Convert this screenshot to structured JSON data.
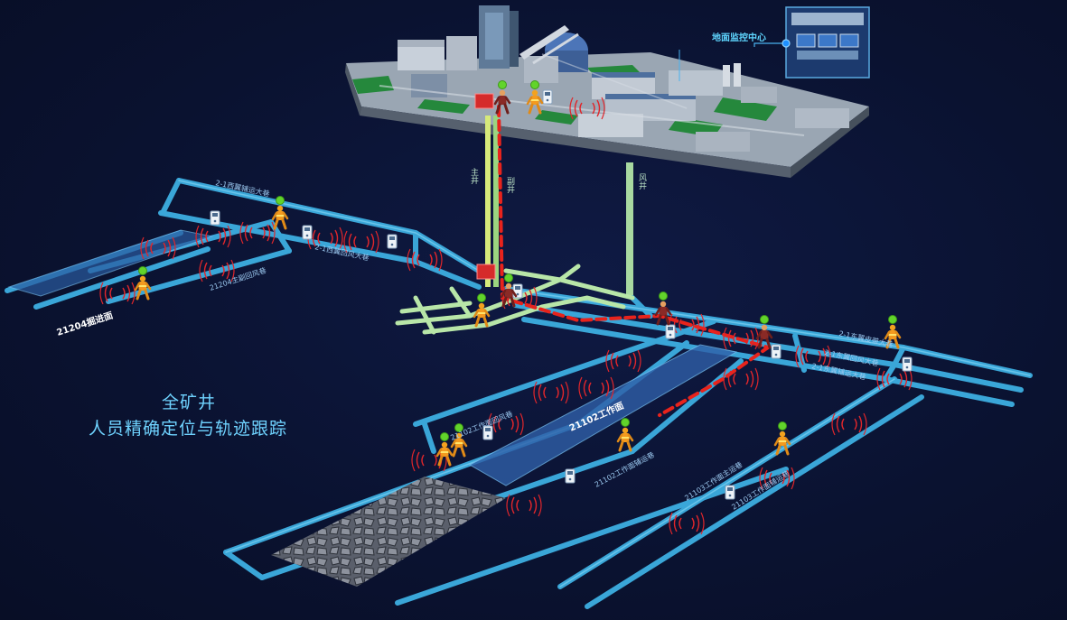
{
  "title": {
    "line1": "全矿井",
    "line2": "人员精确定位与轨迹跟踪"
  },
  "surface": {
    "monitor_center_label": "地面监控中心"
  },
  "shafts": {
    "main": "主井",
    "auxiliary": "副井",
    "ventilation": "风井"
  },
  "tunnels": {
    "west_aux_haul": "2-1西翼辅运大巷",
    "west_return": "2-1西翼回风大巷",
    "t21204_main_return": "21204主副回风巷",
    "east_belt": "2-1东翼皮带大巷",
    "east_return": "2-1东翼回风大巷",
    "east_aux_haul": "2-1东翼辅运大巷",
    "t21102_return": "21102工作面回风巷",
    "t21102_aux": "21102工作面辅运巷",
    "t21103_main": "21103工作面主运巷",
    "t21103_aux": "21103工作面辅运巷"
  },
  "faces": {
    "heading_21204": "21204掘进面",
    "face_21102": "21102工作面"
  },
  "colors": {
    "background": "#0b1330",
    "tunnel": "#3aa6d8",
    "tunnel_highlight": "#7fd1f2",
    "shaft_station": "#b8e6a8",
    "track": "#e8231c",
    "signal": "#e0262b",
    "worker_vest": "#f39a1f",
    "tracked_worker": "#8a2a26",
    "tag_green": "#5ed12a",
    "title_text": "#6fd3ff"
  },
  "icons": [
    "worker-icon",
    "tracked-worker-icon",
    "base-station-icon",
    "signal-wave-icon",
    "alarm-panel-icon",
    "monitor-screen-icon"
  ]
}
